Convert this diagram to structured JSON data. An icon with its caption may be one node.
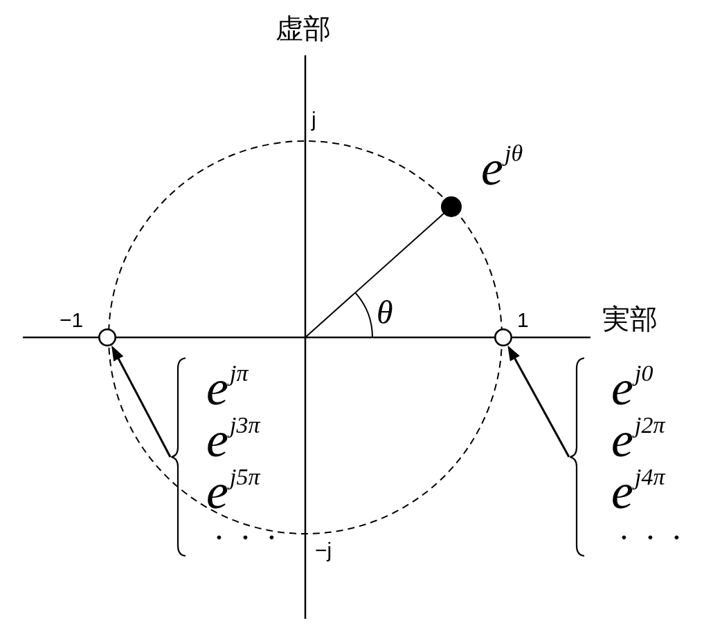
{
  "diagram": {
    "nodes": [
      {
        "text": [],
        "shape": "circle",
        "beside": [
          "e$^{jθ}$"
        ]
      },
      {
        "text": [],
        "shape": "circle"
      },
      {
        "text": [],
        "shape": "circle"
      },
      {
        "text": [
          "e$^{jπ}$",
          "e$^{j3π}$",
          "e$^{j5π}$",
          "・・・"
        ]
      },
      {
        "text": [
          "e$^{j0}$",
          "e$^{j2π}$",
          "e$^{j4π}$",
          "・・・"
        ]
      }
    ],
    "edges": [
      {
        "from": 3,
        "to": 1,
        "arrow": "to"
      },
      {
        "from": 4,
        "to": 2,
        "arrow": "to"
      }
    ],
    "labels": [
      "虚部",
      "j",
      "θ",
      "−1",
      "1",
      "実部",
      "−j"
    ]
  }
}
